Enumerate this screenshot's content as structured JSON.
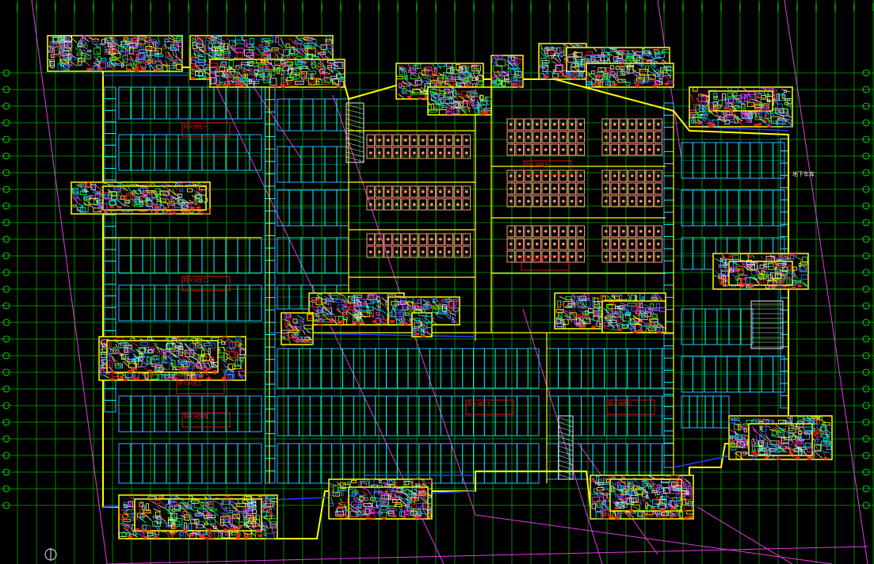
{
  "drawing": {
    "title": "",
    "colors": {
      "background": "#000000",
      "grid": "#00c800",
      "grid_bubble": "#00ff00",
      "boundary": "#ffff00",
      "parking": "#00ffff",
      "parking_stroke": "#2fb8ff",
      "core_red": "#ff2020",
      "core_green": "#22ff22",
      "core_yellow": "#ffff00",
      "core_blue": "#3a6bff",
      "core_cyan": "#00e5ff",
      "magenta": "#ff40ff",
      "machinery": "#ff9a7a",
      "wall_blue": "#2040ff",
      "white": "#e8e8e8"
    },
    "zone_labels": [
      {
        "id": "zone-1",
        "text": "防火分区一"
      },
      {
        "id": "zone-2",
        "text": "防火分区二"
      },
      {
        "id": "zone-3",
        "text": "防火分区三"
      },
      {
        "id": "zone-4",
        "text": "防火分区四"
      },
      {
        "id": "zone-5",
        "text": "防火分区五"
      },
      {
        "id": "zone-6",
        "text": "防火分区六"
      },
      {
        "id": "zone-7",
        "text": "防火分区七"
      },
      {
        "id": "zone-8",
        "text": "防火分区八"
      }
    ],
    "annotation": "地下车库"
  }
}
